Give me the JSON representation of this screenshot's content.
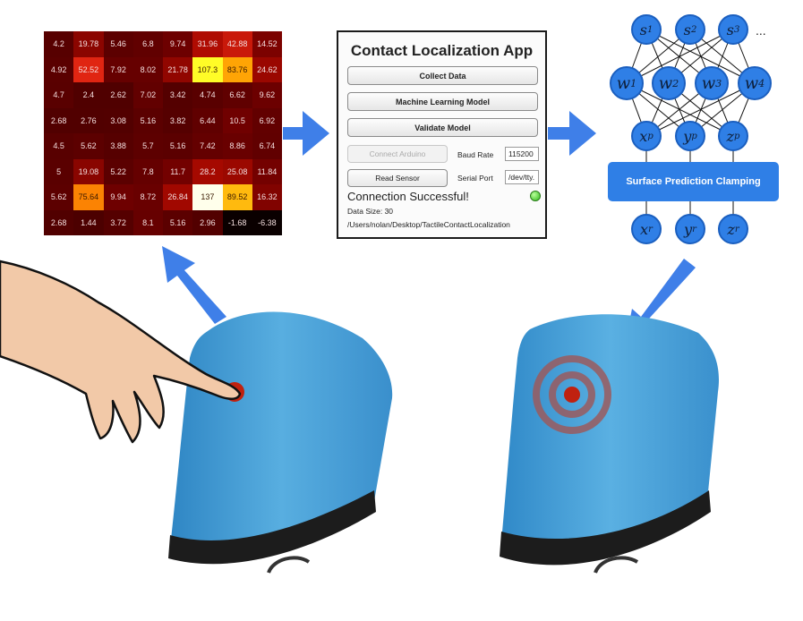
{
  "heatmap": {
    "values": [
      [
        "4.2",
        "19.78",
        "5.46",
        "6.8",
        "9.74",
        "31.96",
        "42.88",
        "14.52"
      ],
      [
        "4.92",
        "52.52",
        "7.92",
        "8.02",
        "21.78",
        "107.3",
        "83.76",
        "24.62"
      ],
      [
        "4.7",
        "2.4",
        "2.62",
        "7.02",
        "3.42",
        "4.74",
        "6.62",
        "9.62"
      ],
      [
        "2.68",
        "2.76",
        "3.08",
        "5.16",
        "3.82",
        "6.44",
        "10.5",
        "6.92"
      ],
      [
        "4.5",
        "5.62",
        "3.88",
        "5.7",
        "5.16",
        "7.42",
        "8.86",
        "6.74"
      ],
      [
        "5",
        "19.08",
        "5.22",
        "7.8",
        "11.7",
        "28.2",
        "25.08",
        "11.84"
      ],
      [
        "5.62",
        "75.64",
        "9.94",
        "8.72",
        "26.84",
        "137",
        "89.52",
        "16.32"
      ],
      [
        "2.68",
        "1.44",
        "3.72",
        "8.1",
        "5.16",
        "2.96",
        "-1.68",
        "-6.38"
      ]
    ]
  },
  "app": {
    "title": "Contact Localization App",
    "collect_label": "Collect Data",
    "ml_label": "Machine Learning Model",
    "validate_label": "Validate Model",
    "connect_label": "Connect Arduino",
    "read_label": "Read Sensor",
    "baud_label": "Baud Rate",
    "baud_value": "115200",
    "port_label": "Serial Port",
    "port_value": "/dev/tty.",
    "status": "Connection Successful!",
    "data_size": "Data Size: 30",
    "path": "/Users/nolan/Desktop/TactileContactLocalization"
  },
  "network": {
    "inputs": [
      {
        "base": "s",
        "sub": "1"
      },
      {
        "base": "s",
        "sub": "2"
      },
      {
        "base": "s",
        "sub": "3"
      }
    ],
    "ellipsis": "...",
    "hidden": [
      {
        "base": "w",
        "sub": "1"
      },
      {
        "base": "w",
        "sub": "2"
      },
      {
        "base": "w",
        "sub": "3"
      },
      {
        "base": "w",
        "sub": "4"
      }
    ],
    "outputs": [
      {
        "base": "x",
        "sub": "p"
      },
      {
        "base": "y",
        "sub": "p"
      },
      {
        "base": "z",
        "sub": "p"
      }
    ],
    "clamp_label": "Surface Prediction Clamping",
    "results": [
      {
        "base": "x",
        "sub": "r"
      },
      {
        "base": "y",
        "sub": "r"
      },
      {
        "base": "z",
        "sub": "r"
      }
    ]
  },
  "colors": {
    "arrow": "#3f7fe8",
    "node": "#2f7fe6",
    "sleeve": "#4a9fd6",
    "contact": "#c0210f",
    "target_ring": "#9a5a5e"
  }
}
